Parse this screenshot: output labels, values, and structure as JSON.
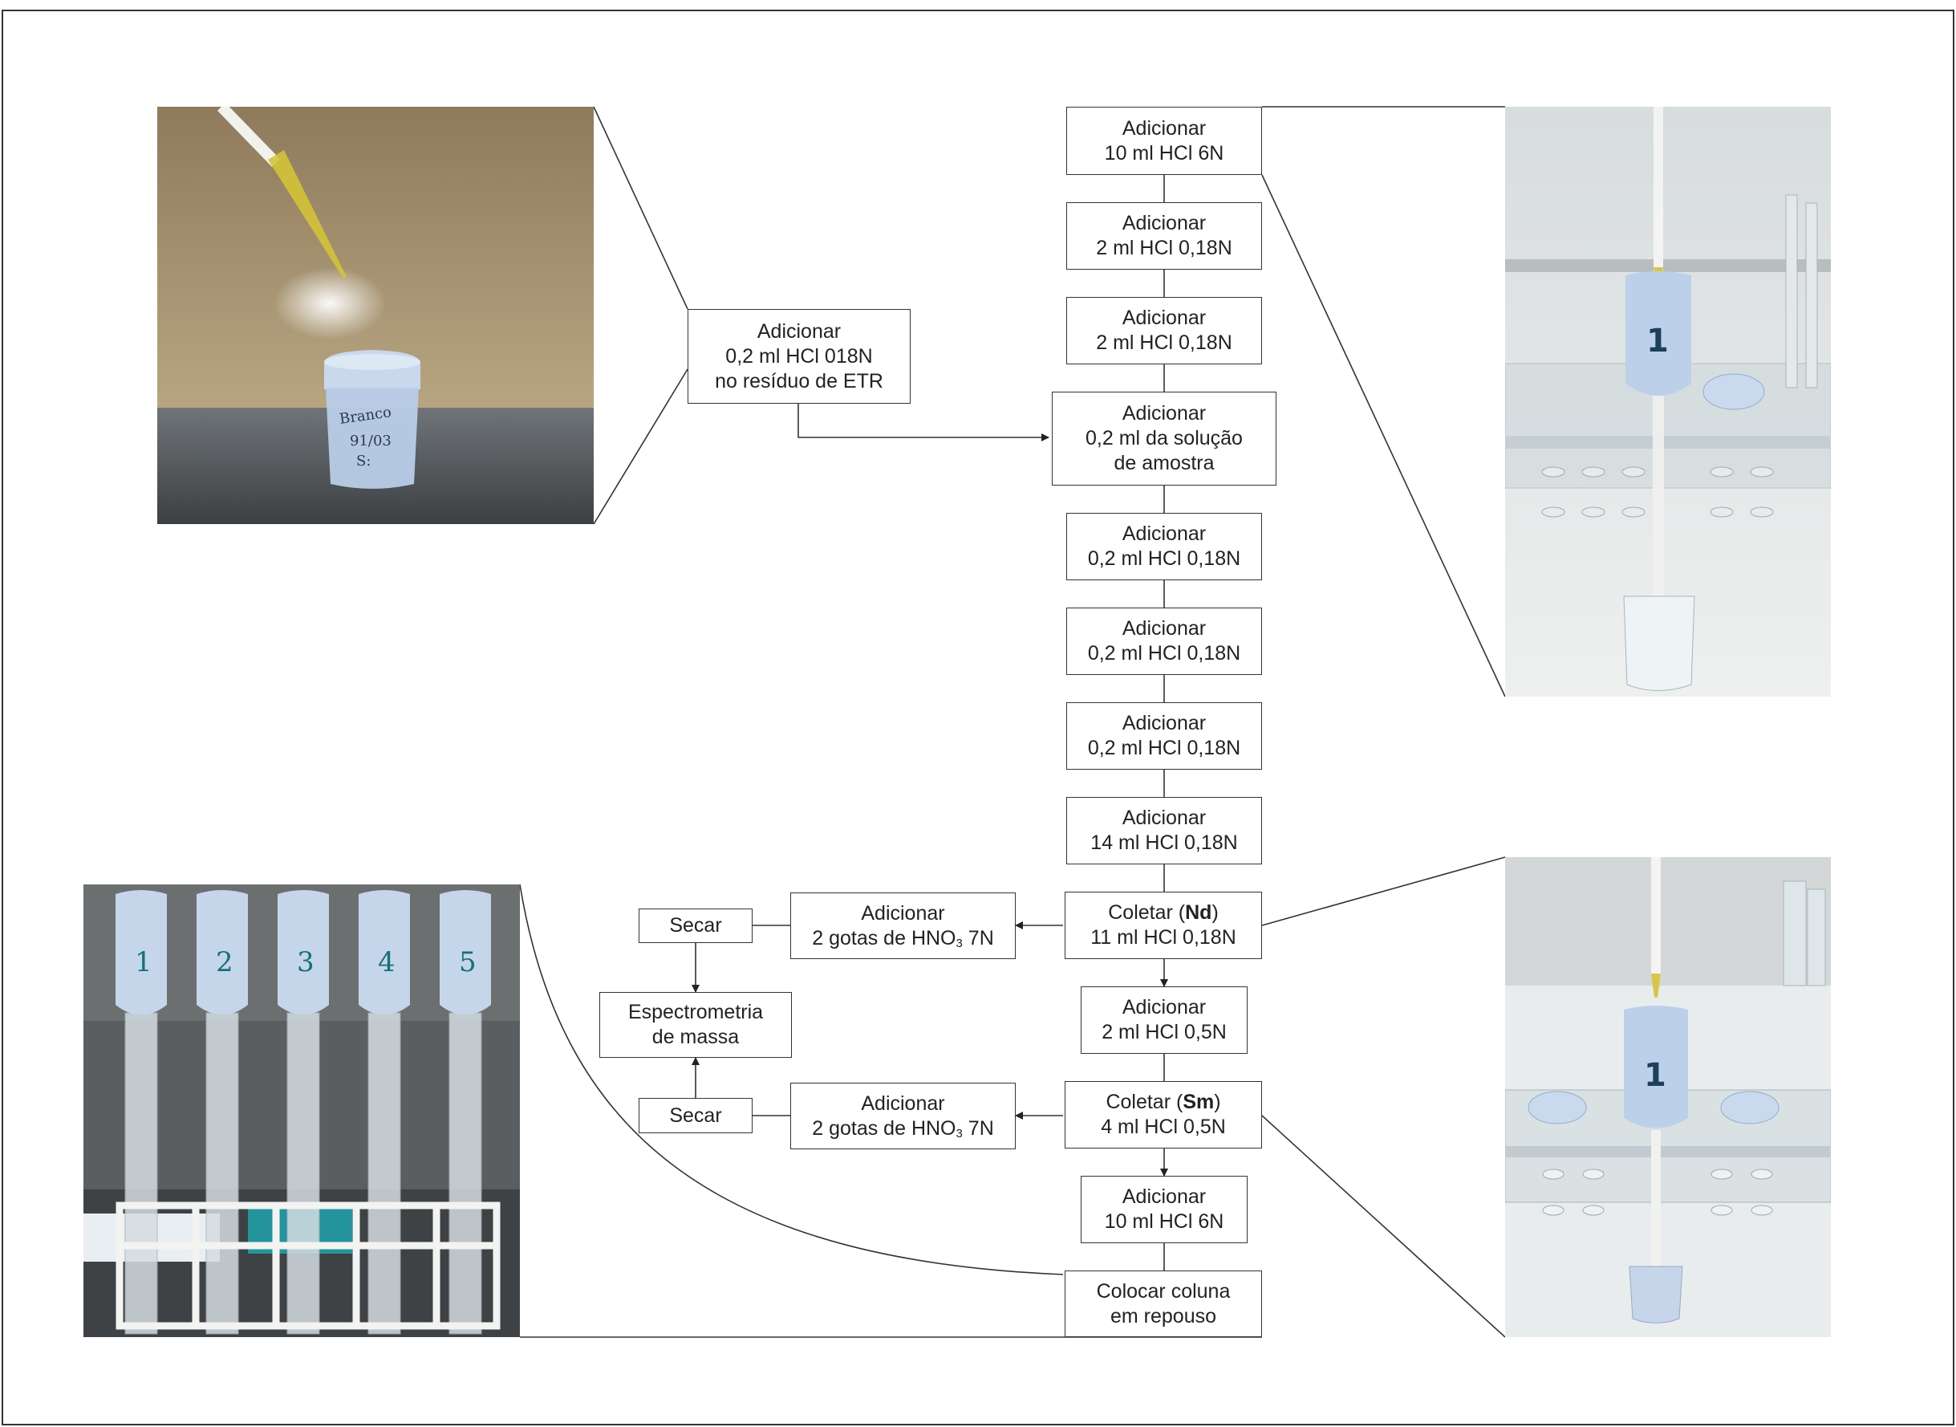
{
  "diagram": {
    "intro_step": [
      "Adicionar",
      "0,2 ml HCl 018N",
      "no resíduo de ETR"
    ],
    "main_steps": [
      [
        "Adicionar",
        "10 ml HCl 6N"
      ],
      [
        "Adicionar",
        "2 ml HCl 0,18N"
      ],
      [
        "Adicionar",
        "2 ml HCl 0,18N"
      ],
      [
        "Adicionar",
        "0,2 ml da solução",
        "de amostra"
      ],
      [
        "Adicionar",
        "0,2 ml HCl 0,18N"
      ],
      [
        "Adicionar",
        "0,2 ml HCl 0,18N"
      ],
      [
        "Adicionar",
        "0,2 ml HCl 0,18N"
      ],
      [
        "Adicionar",
        "14 ml HCl 0,18N"
      ]
    ],
    "collect_nd": {
      "prefix": "Coletar (",
      "element": "Nd",
      "suffix": ")",
      "line2": "11 ml HCl 0,18N"
    },
    "step_05n": [
      "Adicionar",
      "2 ml HCl 0,5N"
    ],
    "collect_sm": {
      "prefix": "Coletar (",
      "element": "Sm",
      "suffix": ")",
      "line2": "4 ml HCl 0,5N"
    },
    "final_add": [
      "Adicionar",
      "10 ml HCl 6N"
    ],
    "rest": [
      "Colocar coluna",
      "em repouso"
    ],
    "hno3_step": {
      "line1": "Adicionar",
      "line2_prefix": "2 gotas de HNO",
      "subscript": "3",
      "line2_suffix": " 7N"
    },
    "dry_label": "Secar",
    "mass_spec": [
      "Espectrometria",
      "de massa"
    ]
  },
  "photos": {
    "vial_label": [
      "Branco",
      "91/03",
      "S:"
    ],
    "column_number": "1",
    "rack_numbers": [
      "1",
      "2",
      "3",
      "4",
      "5"
    ]
  }
}
